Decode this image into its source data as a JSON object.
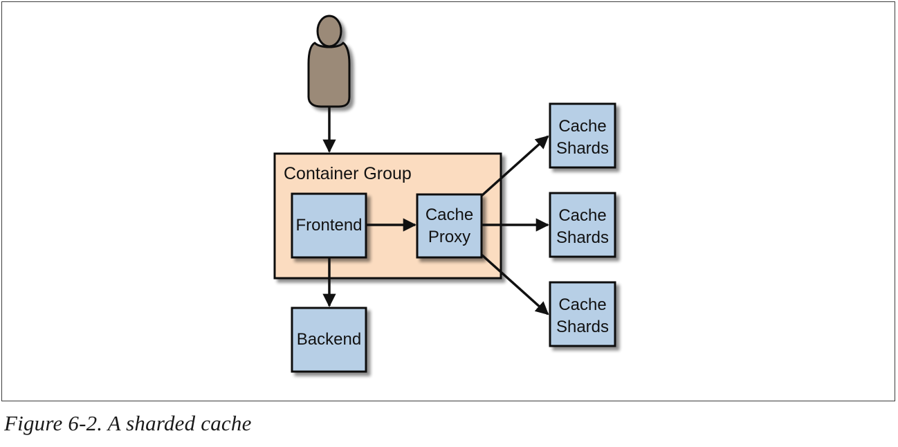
{
  "figure": {
    "caption": "Figure 6-2. A sharded cache",
    "group_label": "Container Group",
    "nodes": {
      "frontend": "Frontend",
      "proxy_line1": "Cache",
      "proxy_line2": "Proxy",
      "backend": "Backend",
      "shards": [
        {
          "line1": "Cache",
          "line2": "Shards"
        },
        {
          "line1": "Cache",
          "line2": "Shards"
        },
        {
          "line1": "Cache",
          "line2": "Shards"
        }
      ]
    },
    "colors": {
      "box_fill": "#b7cfe6",
      "group_fill": "#fbdcc0",
      "user_fill": "#9b8a78",
      "stroke": "#111111"
    },
    "icons": [
      "user-icon"
    ]
  }
}
